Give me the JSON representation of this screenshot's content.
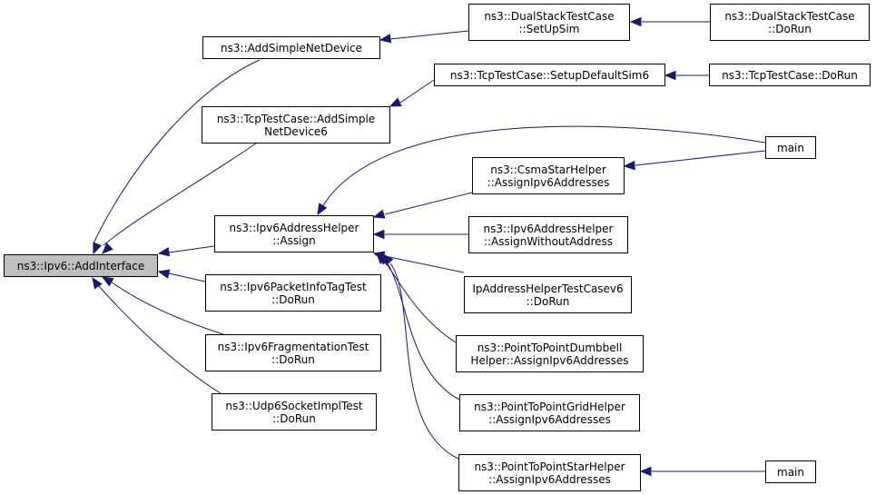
{
  "colors": {
    "edge": "#191970",
    "node_border": "#000000",
    "root_fill": "#bfbfbf",
    "node_fill": "#ffffff"
  },
  "nodes": {
    "root": {
      "line1": "ns3::Ipv6::AddInterface"
    },
    "add_simple_net_device": {
      "line1": "ns3::AddSimpleNetDevice"
    },
    "tcp_add_simple_net_device6": {
      "line1": "ns3::TcpTestCase::AddSimple",
      "line2": "NetDevice6"
    },
    "ipv6_address_helper_assign": {
      "line1": "ns3::Ipv6AddressHelper",
      "line2": "::Assign"
    },
    "ipv6_packet_info_tag_test": {
      "line1": "ns3::Ipv6PacketInfoTagTest",
      "line2": "::DoRun"
    },
    "ipv6_fragmentation_test": {
      "line1": "ns3::Ipv6FragmentationTest",
      "line2": "::DoRun"
    },
    "udp6_socket_impl_test": {
      "line1": "ns3::Udp6SocketImplTest",
      "line2": "::DoRun"
    },
    "dual_stack_setup_sim": {
      "line1": "ns3::DualStackTestCase",
      "line2": "::SetUpSim"
    },
    "dual_stack_do_run": {
      "line1": "ns3::DualStackTestCase",
      "line2": "::DoRun"
    },
    "tcp_setup_default_sim6": {
      "line1": "ns3::TcpTestCase::SetupDefaultSim6"
    },
    "tcp_do_run": {
      "line1": "ns3::TcpTestCase::DoRun"
    },
    "main_top": {
      "line1": "main"
    },
    "csma_star_assign": {
      "line1": "ns3::CsmaStarHelper",
      "line2": "::AssignIpv6Addresses"
    },
    "ipv6_assign_without_address": {
      "line1": "ns3::Ipv6AddressHelper",
      "line2": "::AssignWithoutAddress"
    },
    "ip_address_helper_testcase_v6": {
      "line1": "IpAddressHelperTestCasev6",
      "line2": "::DoRun"
    },
    "p2p_dumbbell_assign": {
      "line1": "ns3::PointToPointDumbbell",
      "line2": "Helper::AssignIpv6Addresses"
    },
    "p2p_grid_assign": {
      "line1": "ns3::PointToPointGridHelper",
      "line2": "::AssignIpv6Addresses"
    },
    "p2p_star_assign": {
      "line1": "ns3::PointToPointStarHelper",
      "line2": "::AssignIpv6Addresses"
    },
    "main_bottom": {
      "line1": "main"
    }
  }
}
